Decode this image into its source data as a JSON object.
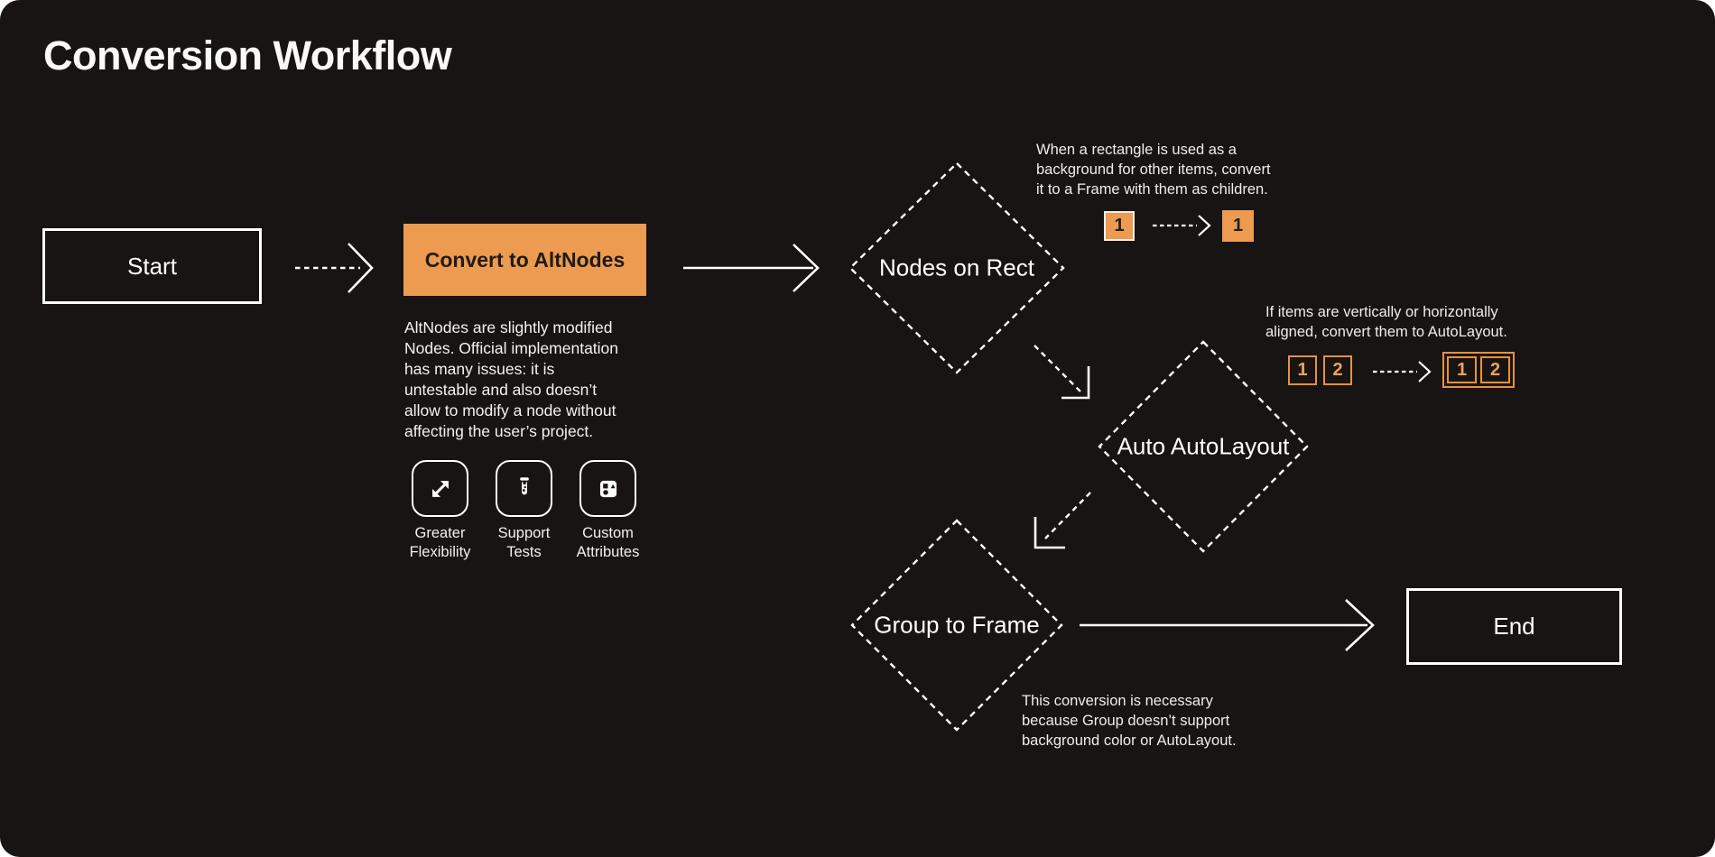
{
  "page": {
    "title": "Conversion Workflow"
  },
  "colors": {
    "background": "#171413",
    "accent_orange": "#EC9B51",
    "outline_orange": "#E8913C",
    "stroke_white": "#FFFFFF"
  },
  "flow": {
    "start": {
      "label": "Start"
    },
    "convert": {
      "label": "Convert to AltNodes",
      "description": "AltNodes are slightly modified\nNodes. Official implementation\nhas many issues: it is\nuntestable and also doesn’t\nallow to modify a node without\naffecting the user’s project.",
      "features": [
        {
          "icon": "expand-icon",
          "label": "Greater\nFlexibility"
        },
        {
          "icon": "test-tube-icon",
          "label": "Support\nTests"
        },
        {
          "icon": "shapes-icon",
          "label": "Custom\nAttributes"
        }
      ]
    },
    "nodes_on_rect": {
      "label": "Nodes on Rect",
      "note": "When a rectangle is used as a\nbackground for other items, convert\nit to a Frame with them as children.",
      "before_chips": [
        "1"
      ],
      "after_chips": [
        "1"
      ]
    },
    "auto_autolayout": {
      "label": "Auto AutoLayout",
      "note": "If items are vertically or horizontally\naligned, convert them to AutoLayout.",
      "before_chips": [
        "1",
        "2"
      ],
      "after_chips": [
        "1",
        "2"
      ]
    },
    "group_to_frame": {
      "label": "Group to Frame",
      "note": "This conversion is necessary\nbecause Group doesn’t support\nbackground color or AutoLayout."
    },
    "end": {
      "label": "End"
    }
  }
}
